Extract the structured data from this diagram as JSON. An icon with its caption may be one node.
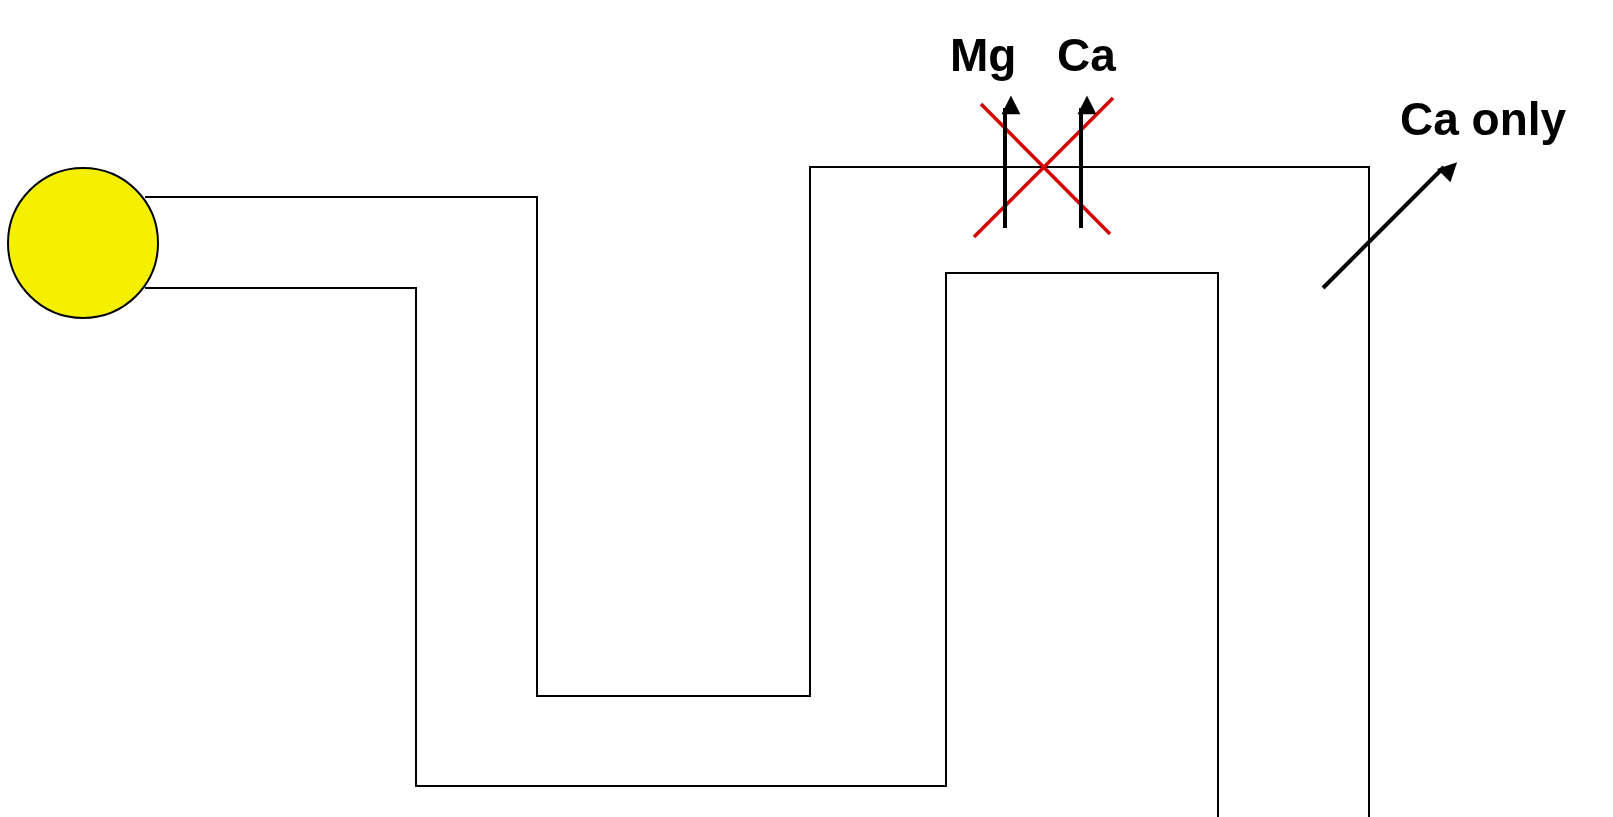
{
  "diagram": {
    "nodes": [
      {
        "text": [],
        "shape": "circle"
      },
      {
        "text": [
          "Mg"
        ]
      },
      {
        "text": [
          "Ca"
        ]
      },
      {
        "text": [
          "Ca only"
        ]
      }
    ],
    "edges": [
      {
        "from": null,
        "to": 1,
        "arrow": "to"
      },
      {
        "from": null,
        "to": 2,
        "arrow": "to"
      },
      {
        "from": null,
        "to": 3,
        "arrow": "to"
      }
    ]
  }
}
